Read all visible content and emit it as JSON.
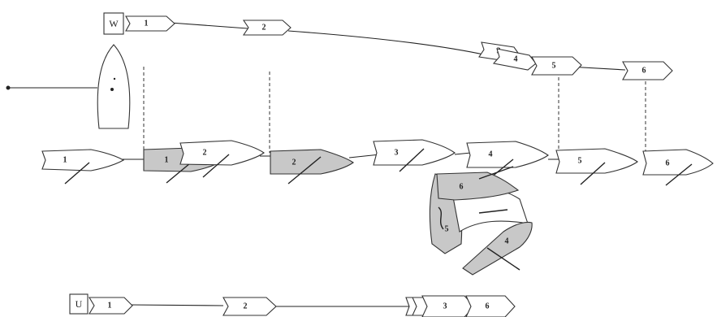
{
  "marks": {
    "windward": "W",
    "leeward": "U"
  },
  "boats": {
    "top_row": [
      "1",
      "2",
      "3",
      "4",
      "5",
      "6"
    ],
    "middle_row": [
      "1",
      "1",
      "2",
      "2",
      "3",
      "4",
      "5",
      "6"
    ],
    "capsize_group": [
      "6",
      "5",
      "4"
    ],
    "bottom_row": [
      "1",
      "2",
      "3",
      "6"
    ]
  },
  "colors": {
    "outline": "#333333",
    "gray_hull": "#c8c8c8",
    "white_hull": "#ffffff"
  }
}
